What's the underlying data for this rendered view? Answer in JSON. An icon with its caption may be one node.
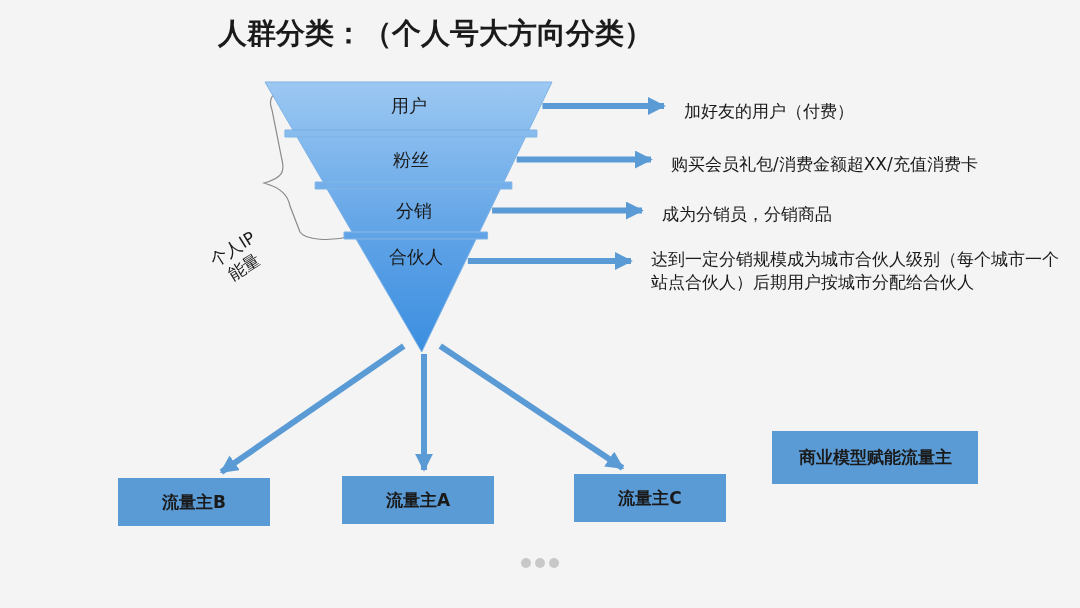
{
  "diagram": {
    "title": "人群分类：（个人号大方向分类）",
    "nodes": [
      {
        "text": [
          "用户"
        ]
      },
      {
        "text": [
          "粉丝"
        ]
      },
      {
        "text": [
          "分销"
        ]
      },
      {
        "text": [
          "合伙人"
        ]
      },
      {
        "text": [
          "加好友的用户（付费）"
        ]
      },
      {
        "text": [
          "购买会员礼包/消费金额超XX/充值消费卡"
        ]
      },
      {
        "text": [
          "成为分销员，分销商品"
        ]
      },
      {
        "text": [
          "达到一定分销规模成为城市合伙人级别（每个城市一个站点合伙人）后期用户按城市分配给合伙人"
        ]
      },
      {
        "text": [
          "流量主B"
        ]
      },
      {
        "text": [
          "流量主A"
        ]
      },
      {
        "text": [
          "流量主C"
        ]
      },
      {
        "text": [
          "商业模型赋能流量主"
        ]
      }
    ],
    "edges": [
      {
        "from": 0,
        "to": 4,
        "arrow": "to"
      },
      {
        "from": 1,
        "to": 5,
        "arrow": "to"
      },
      {
        "from": 2,
        "to": 6,
        "arrow": "to"
      },
      {
        "from": 3,
        "to": 7,
        "arrow": "to"
      },
      {
        "from": 3,
        "to": 8,
        "arrow": "to"
      },
      {
        "from": 3,
        "to": 9,
        "arrow": "to"
      },
      {
        "from": 3,
        "to": 10,
        "arrow": "to"
      }
    ],
    "labels": [
      "个人IP能量"
    ]
  }
}
